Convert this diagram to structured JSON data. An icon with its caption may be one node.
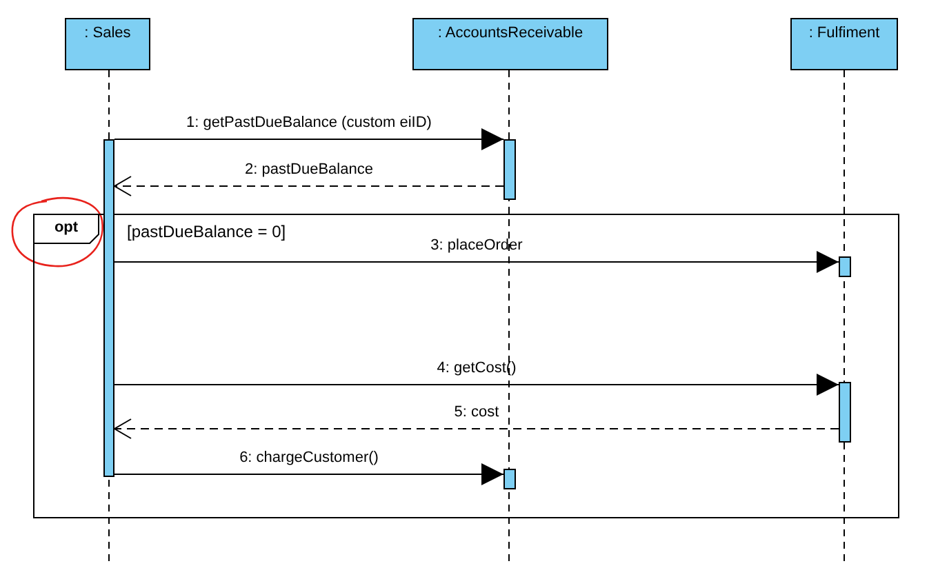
{
  "diagram": {
    "nodes": [
      {
        "text": [
          ": Sales"
        ]
      },
      {
        "text": [
          ": AccountsReceivable"
        ]
      },
      {
        "text": [
          ": Fulfiment"
        ]
      },
      {
        "text": [],
        "shape": "bar"
      },
      {
        "text": [],
        "shape": "bar"
      },
      {
        "text": [
          "opt",
          "[pastDueBalance = 0]"
        ]
      },
      {
        "text": [],
        "shape": "bar",
        "in": 5
      },
      {
        "text": [],
        "shape": "bar",
        "in": 5
      },
      {
        "text": [],
        "shape": "bar",
        "in": 5
      }
    ],
    "edges": [
      {
        "from": 3,
        "to": 4,
        "arrow": "to",
        "label": "1: getPastDueBalance (custom eiID)"
      },
      {
        "from": 4,
        "to": 3,
        "arrow": "to",
        "label": "2: pastDueBalance",
        "style": "dashed"
      },
      {
        "from": 3,
        "to": 6,
        "arrow": "to",
        "label": "3: placeOrder"
      },
      {
        "from": 3,
        "to": 7,
        "arrow": "to",
        "label": "4: getCost()"
      },
      {
        "from": 7,
        "to": 3,
        "arrow": "to",
        "label": "5: cost",
        "style": "dashed"
      },
      {
        "from": 3,
        "to": 8,
        "arrow": "to",
        "label": "6: chargeCustomer()"
      }
    ]
  }
}
